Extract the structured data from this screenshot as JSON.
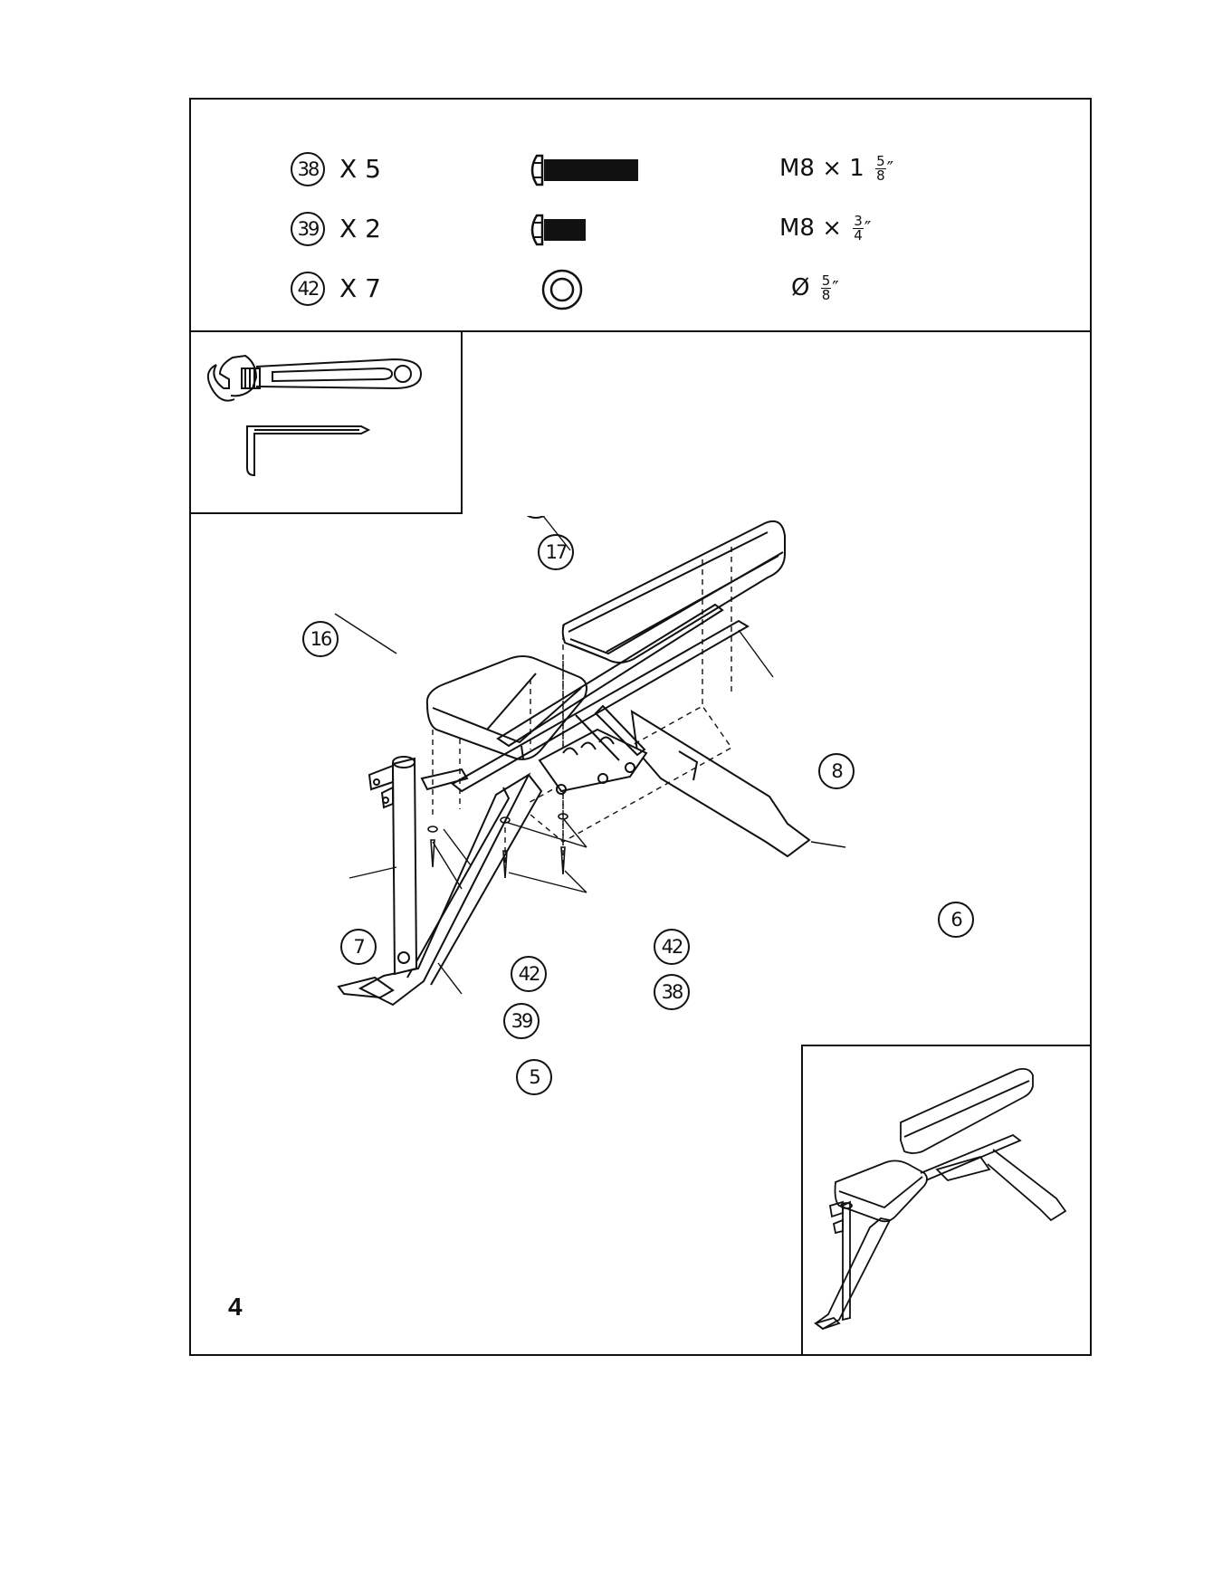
{
  "step": "4",
  "parts": [
    {
      "callout": "38",
      "qty": "X 5",
      "spec_prefix": "M8 × 1",
      "spec_num": "5",
      "spec_den": "8",
      "icon": "long-bolt-icon"
    },
    {
      "callout": "39",
      "qty": "X 2",
      "spec_prefix": "M8 ×",
      "spec_num": "3",
      "spec_den": "4",
      "icon": "short-bolt-icon"
    },
    {
      "callout": "42",
      "qty": "X 7",
      "spec_prefix": "Ø",
      "spec_num": "5",
      "spec_den": "8",
      "icon": "washer-icon"
    }
  ],
  "tools": [
    "wrench-icon",
    "allen-key-icon"
  ],
  "callouts": {
    "c17": "17",
    "c16": "16",
    "c8": "8",
    "c6": "6",
    "c7": "7",
    "c42a": "42",
    "c42b": "42",
    "c39": "39",
    "c38": "38",
    "c5": "5"
  },
  "inch_mark": "″"
}
